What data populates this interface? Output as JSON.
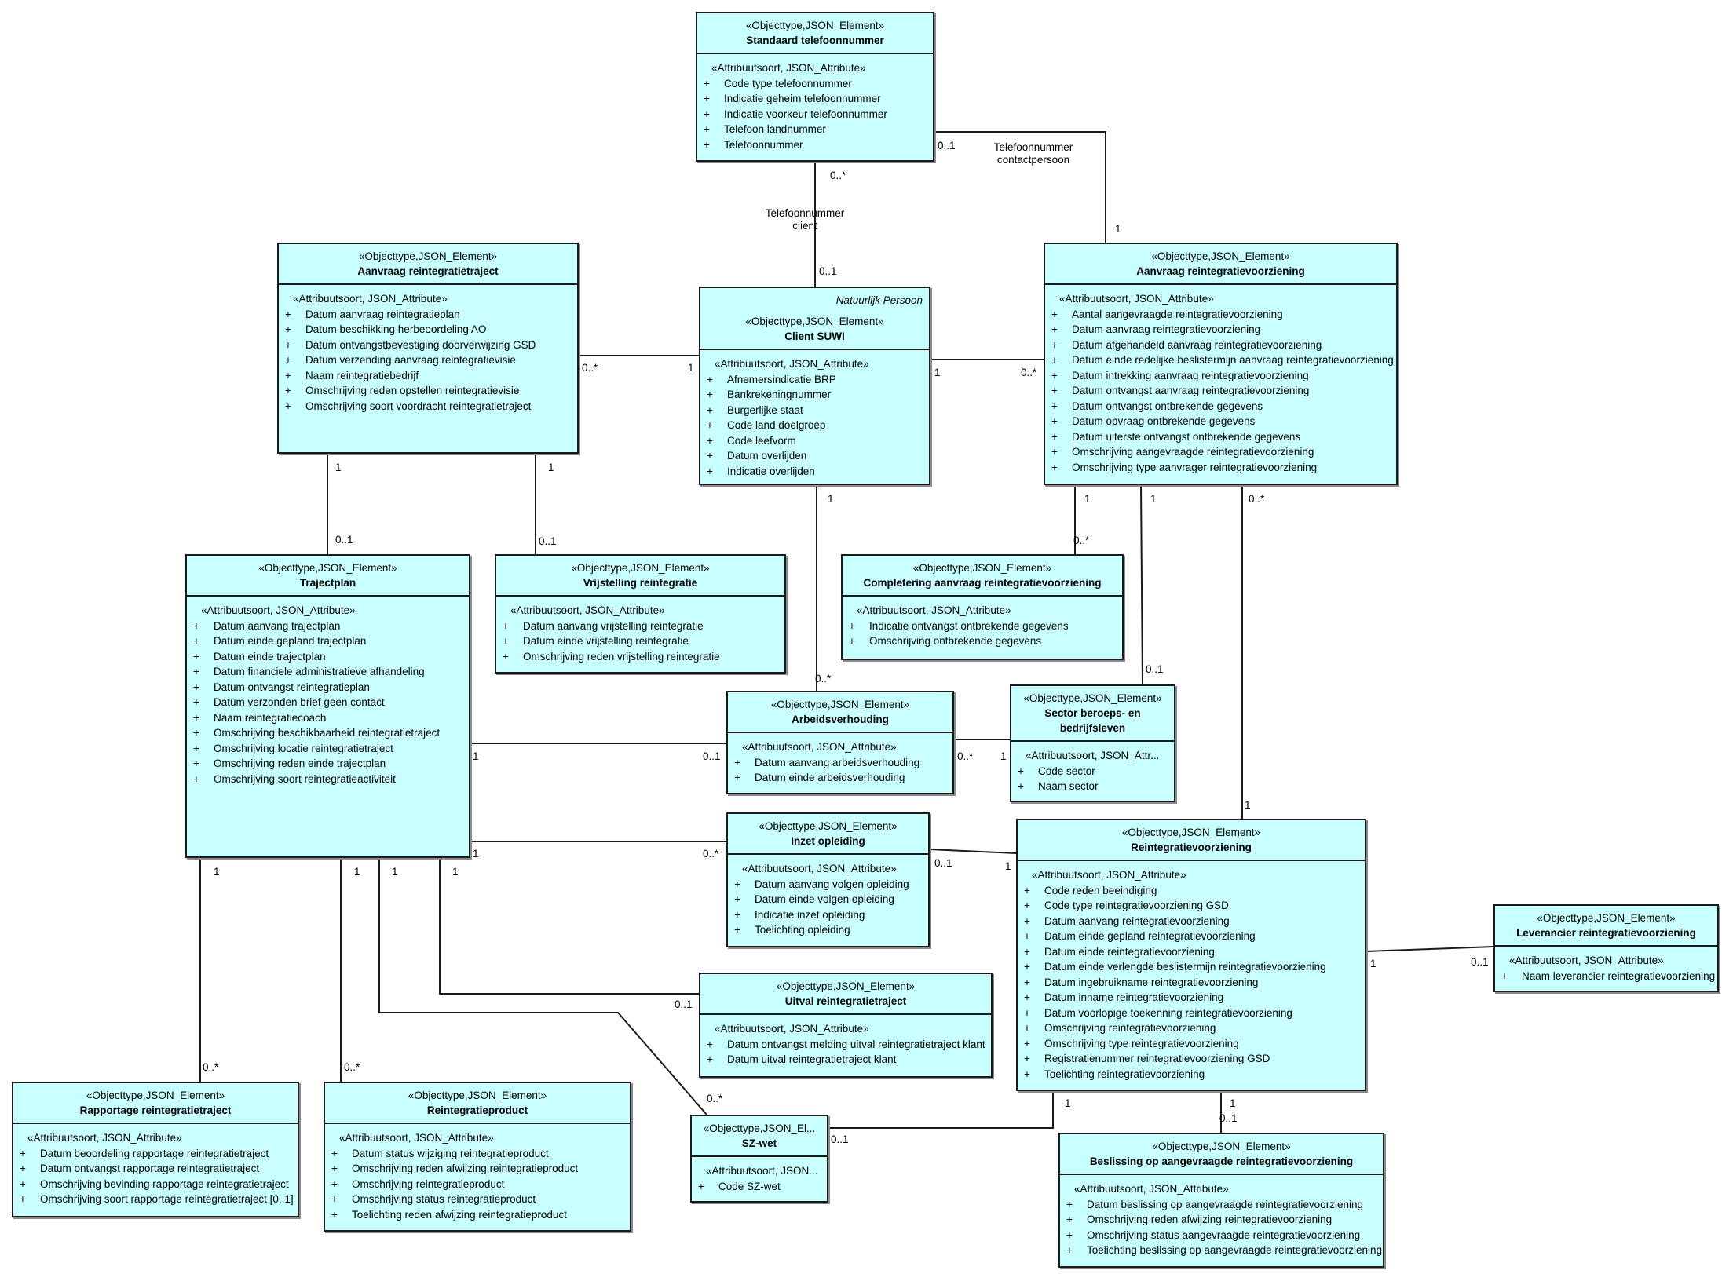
{
  "diagram": {
    "type": "UML class diagram",
    "colors": {
      "class_fill": "#c8ffff",
      "border": "#1a1a1a"
    },
    "class_stereotype": "«Objecttype,JSON_Element»",
    "attribute_stereotype": "«Attribuutsoort, JSON_Attribute»",
    "classes": {
      "standaard_telefoonnummer": {
        "stereotype": "«Objecttype,JSON_Element»",
        "name": "Standaard telefoonnummer",
        "attr_stereotype": "«Attribuutsoort, JSON_Attribute»",
        "attributes": [
          "Code type telefoonnummer",
          "Indicatie geheim telefoonnummer",
          "Indicatie voorkeur telefoonnummer",
          "Telefoon landnummer",
          "Telefoonnummer"
        ]
      },
      "aanvraag_reintegratietraject": {
        "stereotype": "«Objecttype,JSON_Element»",
        "name": "Aanvraag reintegratietraject",
        "attr_stereotype": "«Attribuutsoort, JSON_Attribute»",
        "attributes": [
          "Datum aanvraag reintegratieplan",
          "Datum beschikking herbeoordeling AO",
          "Datum ontvangstbevestiging doorverwijzing GSD",
          "Datum verzending aanvraag reintegratievisie",
          "Naam reintegratiebedrijf",
          "Omschrijving reden opstellen reintegratievisie",
          "Omschrijving soort voordracht reintegratietraject"
        ]
      },
      "client_suwi": {
        "note": "Natuurlijk Persoon",
        "stereotype": "«Objecttype,JSON_Element»",
        "name": "Client SUWI",
        "attr_stereotype": "«Attribuutsoort, JSON_Attribute»",
        "attributes": [
          "Afnemersindicatie BRP",
          "Bankrekeningnummer",
          "Burgerlijke staat",
          "Code land doelgroep",
          "Code leefvorm",
          "Datum overlijden",
          "Indicatie overlijden"
        ]
      },
      "aanvraag_reintegratievoorziening": {
        "stereotype": "«Objecttype,JSON_Element»",
        "name": "Aanvraag reintegratievoorziening",
        "attr_stereotype": "«Attribuutsoort, JSON_Attribute»",
        "attributes": [
          "Aantal aangevraagde reintegratievoorziening",
          "Datum aanvraag reintegratievoorziening",
          "Datum afgehandeld aanvraag reintegratievoorziening",
          "Datum einde redelijke beslistermijn aanvraag reintegratievoorziening",
          "Datum intrekking aanvraag reintegratievoorziening",
          "Datum ontvangst aanvraag reintegratievoorziening",
          "Datum ontvangst ontbrekende gegevens",
          "Datum opvraag ontbrekende gegevens",
          "Datum uiterste ontvangst ontbrekende gegevens",
          "Omschrijving aangevraagde reintegratievoorziening",
          "Omschrijving type aanvrager reintegratievoorziening"
        ]
      },
      "trajectplan": {
        "stereotype": "«Objecttype,JSON_Element»",
        "name": "Trajectplan",
        "attr_stereotype": "«Attribuutsoort, JSON_Attribute»",
        "attributes": [
          "Datum aanvang trajectplan",
          "Datum einde gepland trajectplan",
          "Datum einde trajectplan",
          "Datum financiele administratieve afhandeling",
          "Datum ontvangst reintegratieplan",
          "Datum verzonden brief geen contact",
          "Naam reintegratiecoach",
          "Omschrijving beschikbaarheid reintegratietraject",
          "Omschrijving locatie reintegratietraject",
          "Omschrijving reden einde trajectplan",
          "Omschrijving soort reintegratieactiviteit"
        ]
      },
      "vrijstelling_reintegratie": {
        "stereotype": "«Objecttype,JSON_Element»",
        "name": "Vrijstelling reintegratie",
        "attr_stereotype": "«Attribuutsoort, JSON_Attribute»",
        "attributes": [
          "Datum aanvang vrijstelling reintegratie",
          "Datum einde vrijstelling reintegratie",
          "Omschrijving reden vrijstelling reintegratie"
        ]
      },
      "completering_aanvraag": {
        "stereotype": "«Objecttype,JSON_Element»",
        "name": "Completering aanvraag reintegratievoorziening",
        "attr_stereotype": "«Attribuutsoort, JSON_Attribute»",
        "attributes": [
          "Indicatie ontvangst ontbrekende gegevens",
          "Omschrijving ontbrekende gegevens"
        ]
      },
      "arbeidsverhouding": {
        "stereotype": "«Objecttype,JSON_Element»",
        "name": "Arbeidsverhouding",
        "attr_stereotype": "«Attribuutsoort, JSON_Attribute»",
        "attributes": [
          "Datum aanvang arbeidsverhouding",
          "Datum einde arbeidsverhouding"
        ]
      },
      "sector": {
        "stereotype": "«Objecttype,JSON_Element»",
        "name": "Sector beroeps- en bedrijfsleven",
        "attr_stereotype": "«Attribuutsoort, JSON_Attr...",
        "attributes": [
          "Code sector",
          "Naam sector"
        ]
      },
      "inzet_opleiding": {
        "stereotype": "«Objecttype,JSON_Element»",
        "name": "Inzet opleiding",
        "attr_stereotype": "«Attribuutsoort, JSON_Attribute»",
        "attributes": [
          "Datum aanvang volgen opleiding",
          "Datum einde volgen opleiding",
          "Indicatie inzet opleiding",
          "Toelichting opleiding"
        ]
      },
      "reintegratievoorziening": {
        "stereotype": "«Objecttype,JSON_Element»",
        "name": "Reintegratievoorziening",
        "attr_stereotype": "«Attribuutsoort, JSON_Attribute»",
        "attributes": [
          "Code reden beeindiging",
          "Code type reintegratievoorziening GSD",
          "Datum aanvang reintegratievoorziening",
          "Datum einde gepland reintegratievoorziening",
          "Datum einde reintegratievoorziening",
          "Datum einde verlengde beslistermijn reintegratievoorziening",
          "Datum ingebruikname reintegratievoorziening",
          "Datum inname reintegratievoorziening",
          "Datum voorlopige toekenning reintegratievoorziening",
          "Omschrijving reintegratievoorziening",
          "Omschrijving type reintegratievoorziening",
          "Registratienummer reintegratievoorziening GSD",
          "Toelichting reintegratievoorziening"
        ]
      },
      "leverancier": {
        "stereotype": "«Objecttype,JSON_Element»",
        "name": "Leverancier reintegratievoorziening",
        "attr_stereotype": "«Attribuutsoort, JSON_Attribute»",
        "attributes": [
          "Naam leverancier reintegratievoorziening"
        ]
      },
      "uitval": {
        "stereotype": "«Objecttype,JSON_Element»",
        "name": "Uitval reintegratietraject",
        "attr_stereotype": "«Attribuutsoort, JSON_Attribute»",
        "attributes": [
          "Datum ontvangst melding uitval reintegratietraject klant",
          "Datum uitval reintegratietraject klant"
        ]
      },
      "rapportage": {
        "stereotype": "«Objecttype,JSON_Element»",
        "name": "Rapportage reintegratietraject",
        "attr_stereotype": "«Attribuutsoort, JSON_Attribute»",
        "attributes": [
          "Datum beoordeling rapportage reintegratietraject",
          "Datum ontvangst rapportage reintegratietraject",
          "Omschrijving bevinding rapportage reintegratietraject",
          "Omschrijving soort rapportage reintegratietraject [0..1]"
        ]
      },
      "reintegratieproduct": {
        "stereotype": "«Objecttype,JSON_Element»",
        "name": "Reintegratieproduct",
        "attr_stereotype": "«Attribuutsoort, JSON_Attribute»",
        "attributes": [
          "Datum status wijziging reintegratieproduct",
          "Omschrijving reden afwijzing reintegratieproduct",
          "Omschrijving reintegratieproduct",
          "Omschrijving status reintegratieproduct",
          "Toelichting reden afwijzing reintegratieproduct"
        ]
      },
      "sz_wet": {
        "stereotype": "«Objecttype,JSON_El...",
        "name": "SZ-wet",
        "attr_stereotype": "«Attribuutsoort, JSON...",
        "attributes": [
          "Code SZ-wet"
        ]
      },
      "beslissing": {
        "stereotype": "«Objecttype,JSON_Element»",
        "name": "Beslissing op aangevraagde reintegratievoorziening",
        "attr_stereotype": "«Attribuutsoort, JSON_Attribute»",
        "attributes": [
          "Datum beslissing op aangevraagde reintegratievoorziening",
          "Omschrijving reden afwijzing reintegratievoorziening",
          "Omschrijving status aangevraagde reintegratievoorziening",
          "Toelichting beslissing op aangevraagde reintegratievoorziening"
        ]
      }
    },
    "attribute_visibility": "+",
    "associations": [
      {
        "from": "Standaard telefoonnummer",
        "to": "Client SUWI",
        "role": "Telefoonnummer client",
        "from_mult": "0..*",
        "to_mult": "0..1"
      },
      {
        "from": "Standaard telefoonnummer",
        "to": "Aanvraag reintegratievoorziening",
        "role": "Telefoonnummer contactpersoon",
        "from_mult": "0..1",
        "to_mult": "1"
      },
      {
        "from": "Aanvraag reintegratietraject",
        "to": "Client SUWI",
        "from_mult": "0..*",
        "to_mult": "1"
      },
      {
        "from": "Client SUWI",
        "to": "Aanvraag reintegratievoorziening",
        "from_mult": "1",
        "to_mult": "0..*"
      },
      {
        "from": "Aanvraag reintegratietraject",
        "to": "Trajectplan",
        "from_mult": "1",
        "to_mult": "0..1"
      },
      {
        "from": "Aanvraag reintegratietraject",
        "to": "Vrijstelling reintegratie",
        "from_mult": "1",
        "to_mult": "0..1"
      },
      {
        "from": "Client SUWI",
        "to": "Arbeidsverhouding",
        "from_mult": "1",
        "to_mult": "0..*"
      },
      {
        "from": "Aanvraag reintegratievoorziening",
        "to": "Completering aanvraag reintegratievoorziening",
        "from_mult": "1",
        "to_mult": "0..*"
      },
      {
        "from": "Aanvraag reintegratievoorziening",
        "to": "Sector beroeps- en bedrijfsleven",
        "from_mult": "1",
        "to_mult": "0..1"
      },
      {
        "from": "Aanvraag reintegratievoorziening",
        "to": "Reintegratievoorziening",
        "from_mult": "0..*",
        "to_mult": "1"
      },
      {
        "from": "Trajectplan",
        "to": "Arbeidsverhouding",
        "from_mult": "1",
        "to_mult": "0..1"
      },
      {
        "from": "Arbeidsverhouding",
        "to": "Sector beroeps- en bedrijfsleven",
        "from_mult": "0..*",
        "to_mult": "1"
      },
      {
        "from": "Trajectplan",
        "to": "Inzet opleiding",
        "from_mult": "1",
        "to_mult": "0..*"
      },
      {
        "from": "Inzet opleiding",
        "to": "Reintegratievoorziening",
        "from_mult": "0..1",
        "to_mult": "1"
      },
      {
        "from": "Reintegratievoorziening",
        "to": "Leverancier reintegratievoorziening",
        "from_mult": "1",
        "to_mult": "0..1"
      },
      {
        "from": "Trajectplan",
        "to": "Rapportage reintegratietraject",
        "from_mult": "1",
        "to_mult": "0..*"
      },
      {
        "from": "Trajectplan",
        "to": "Reintegratieproduct",
        "from_mult": "1",
        "to_mult": "0..*"
      },
      {
        "from": "Trajectplan",
        "to": "SZ-wet",
        "from_mult": "1",
        "to_mult": "0..*"
      },
      {
        "from": "Trajectplan",
        "to": "Uitval reintegratietraject",
        "from_mult": "1",
        "to_mult": "0..1"
      },
      {
        "from": "Reintegratievoorziening",
        "to": "SZ-wet",
        "from_mult": "1",
        "to_mult": "0..1"
      },
      {
        "from": "Reintegratievoorziening",
        "to": "Beslissing op aangevraagde reintegratievoorziening",
        "from_mult": "1",
        "to_mult": "0..1"
      }
    ],
    "labels": {
      "role_tel_client": "Telefoonnummer client",
      "role_tel_contact_1": "Telefoonnummer",
      "role_tel_contact_2": "contactpersoon",
      "role_tel_client_1": "Telefoonnummer",
      "role_tel_client_2": "client",
      "m_one": "1",
      "m_zero_one": "0..1",
      "m_zero_many": "0..*"
    }
  }
}
